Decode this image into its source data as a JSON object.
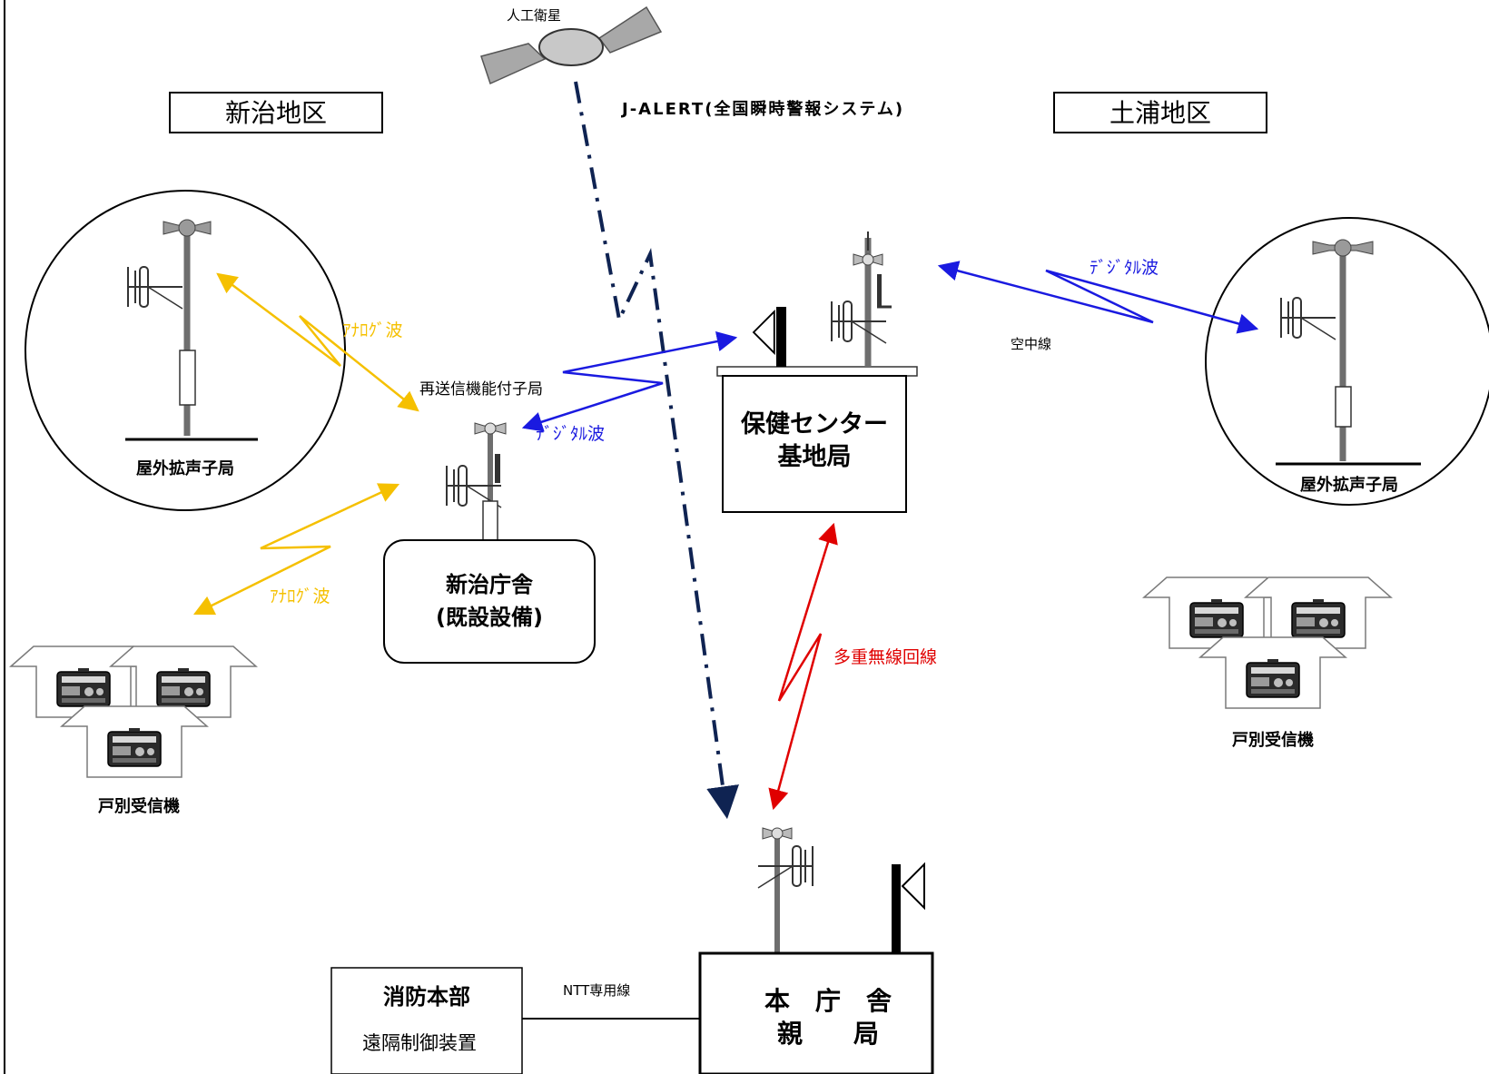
{
  "labels": {
    "satellite": "人工衛星",
    "jalert": "J‐ALERT(全国瞬時警報システム)",
    "region_left": "新治地区",
    "region_right": "土浦地区",
    "outdoor_left": "屋外拡声子局",
    "outdoor_right": "屋外拡声子局",
    "analog_wave_1": "ｱﾅﾛｸﾞ波",
    "analog_wave_2": "ｱﾅﾛｸﾞ波",
    "relay_station": "再送信機能付子局",
    "digital_wave_1": "ﾃﾞｼﾞﾀﾙ波",
    "digital_wave_2": "ﾃﾞｼﾞﾀﾙ波",
    "aerial_line": "空中線",
    "niihari_office_1": "新治庁舎",
    "niihari_office_2": "(既設設備)",
    "health_center_1": "保健センター",
    "health_center_2": "基地局",
    "multiplex_line": "多重無線回線",
    "receiver_left": "戸別受信機",
    "receiver_right": "戸別受信機",
    "fire_hq": "消防本部",
    "remote_control": "遠隔制御装置",
    "ntt_line": "NTT専用線",
    "main_office_1": "本　庁　舎",
    "main_office_2": "親　　局"
  },
  "colors": {
    "analog": "#F5C000",
    "digital": "#1A1AE0",
    "multiplex": "#E00000",
    "jalert_line": "#0F2352",
    "structure": "#000000",
    "pole": "#6E6E6E"
  }
}
